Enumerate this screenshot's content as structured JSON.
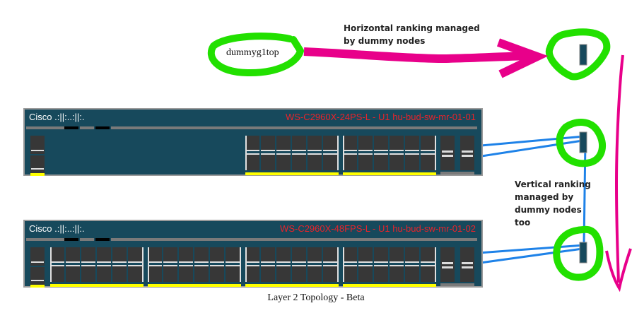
{
  "diagram": {
    "caption": "Layer 2 Topology - Beta",
    "dummy_node_top": {
      "label": "dummyg1top"
    },
    "annotations": {
      "horizontal": [
        "Horizontal ranking managed",
        "by dummy nodes"
      ],
      "vertical": [
        "Vertical ranking",
        "managed by",
        "dummy nodes",
        "too"
      ]
    },
    "colors": {
      "switch_body": "#17495c",
      "switch_border": "#9a9a9a",
      "port": "#373737",
      "port_led_bar": "#ffff00",
      "model_text": "#e8232a",
      "link": "#1e82e8",
      "annotation_arrow": "#e8008a",
      "highlight_circle": "#22e000",
      "dummy_node": "#17495c"
    },
    "switches": [
      {
        "brand": "Cisco .:||:..:||:.",
        "model": "WS-C2960X-24PS-L - U1 hu-bud-sw-mr-01-01",
        "port_groups": 2,
        "ports_per_group": 12,
        "uplink_ports": 4,
        "console_ports": 2
      },
      {
        "brand": "Cisco .:||:..:||:.",
        "model": "WS-C2960X-48FPS-L - U1 hu-bud-sw-mr-01-02",
        "port_groups": 4,
        "ports_per_group": 12,
        "uplink_ports": 4,
        "console_ports": 2
      }
    ]
  }
}
